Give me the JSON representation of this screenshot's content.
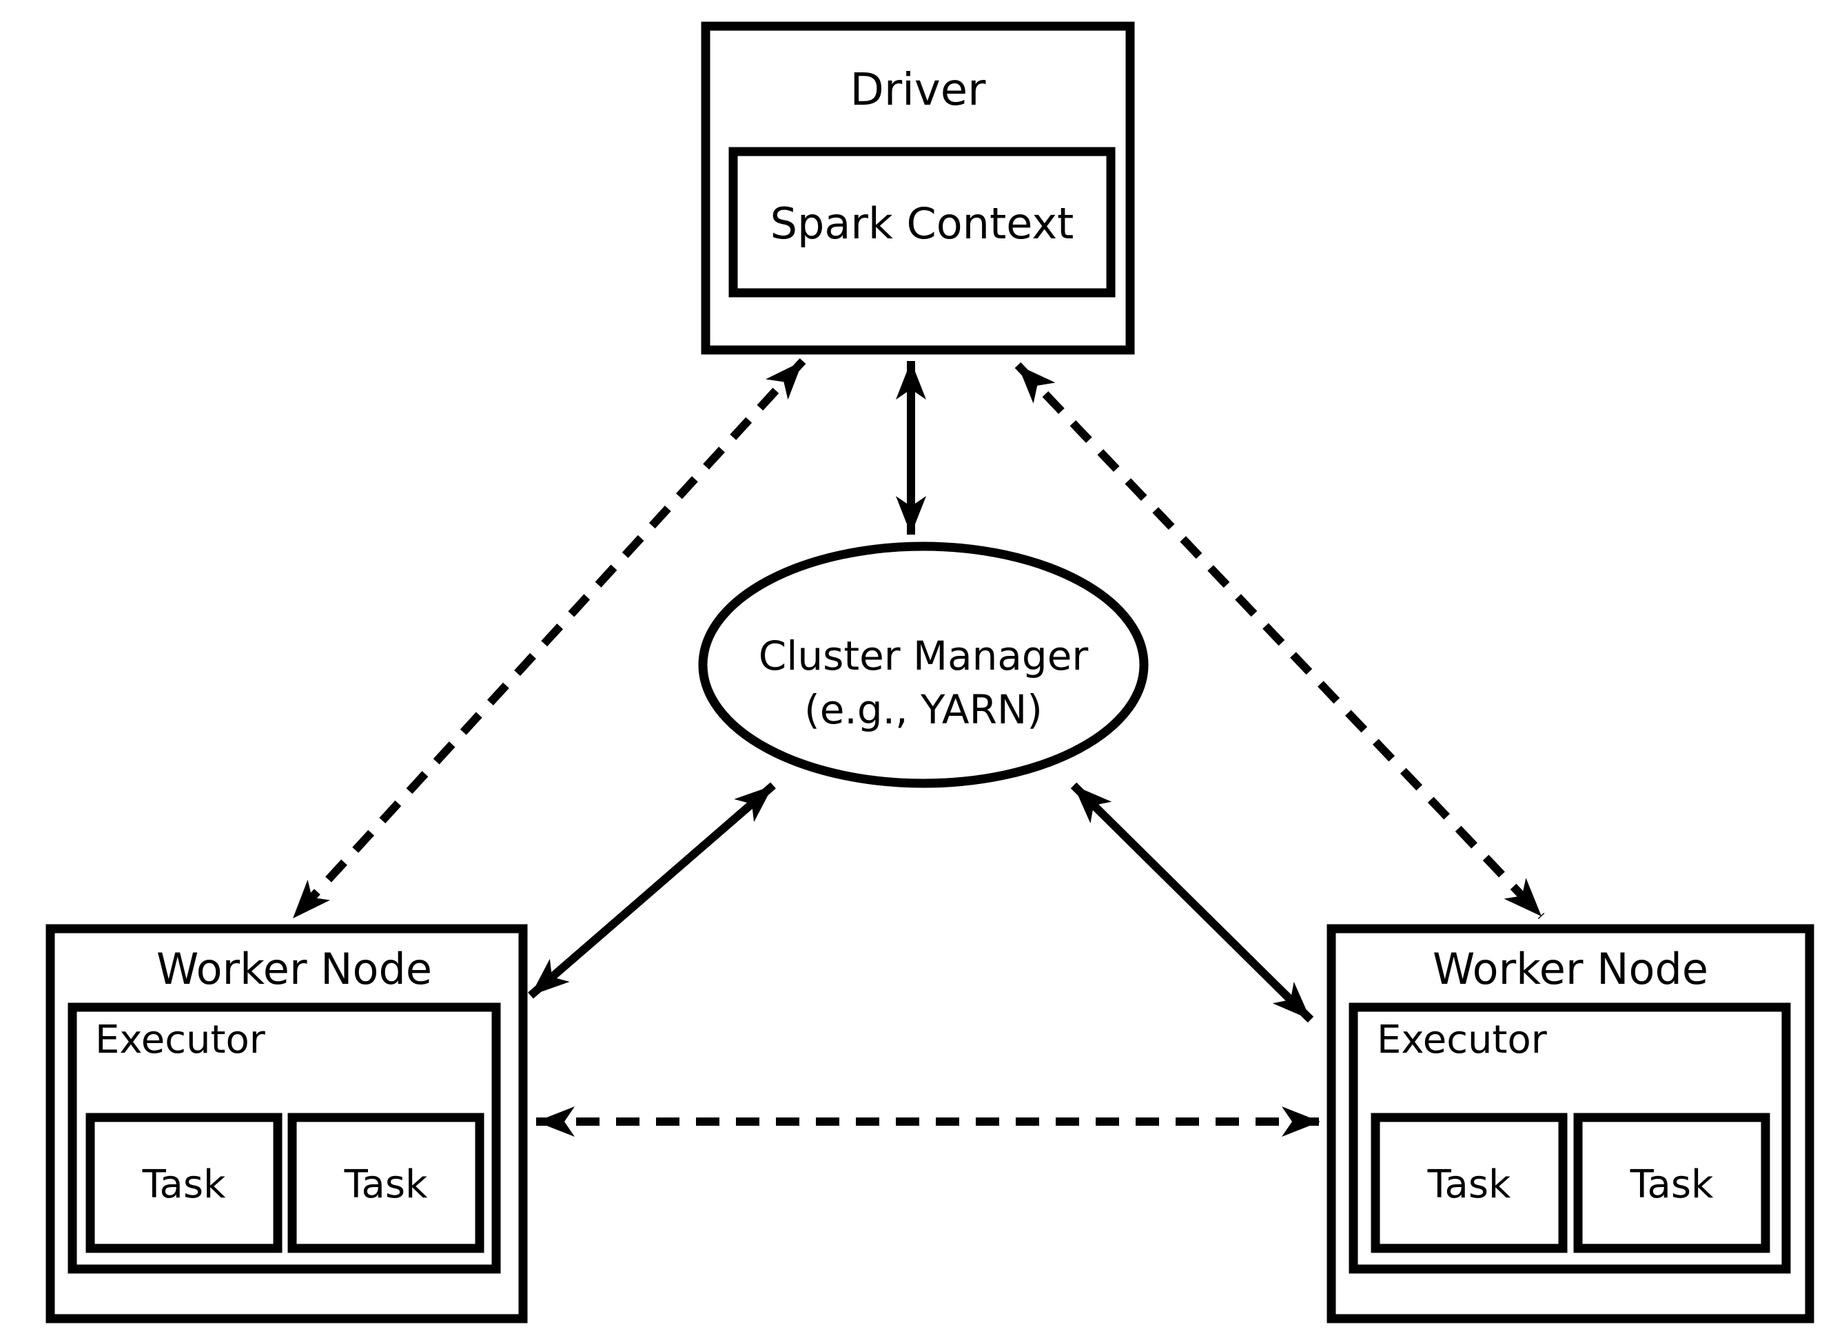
{
  "colors": {
    "background": "#ffffff",
    "stroke": "#000000",
    "text": "#000000"
  },
  "driver": {
    "title": "Driver",
    "spark_context_label": "Spark Context"
  },
  "cluster_manager": {
    "line1": "Cluster Manager",
    "line2": "(e.g., YARN)"
  },
  "workers": [
    {
      "title": "Worker Node",
      "executor_label": "Executor",
      "tasks": [
        "Task",
        "Task"
      ]
    },
    {
      "title": "Worker Node",
      "executor_label": "Executor",
      "tasks": [
        "Task",
        "Task"
      ]
    }
  ]
}
